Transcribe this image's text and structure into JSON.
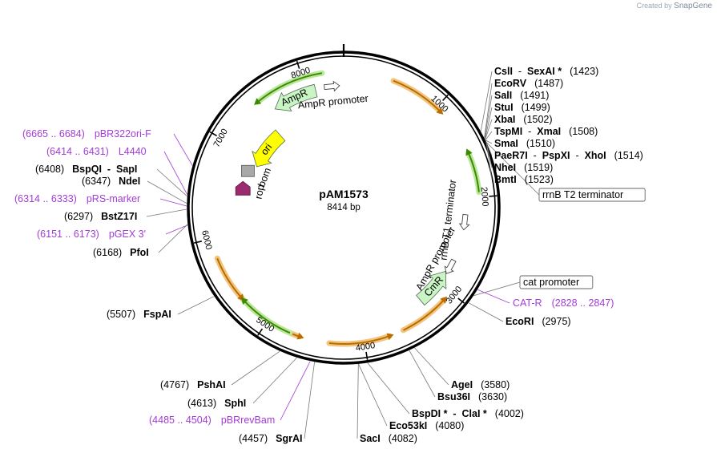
{
  "watermark": {
    "prefix": "Created by",
    "brand": "SnapGene"
  },
  "plasmid": {
    "name": "pAM1573",
    "size_label": "8414 bp",
    "total_bp": 8414
  },
  "ticks": [
    {
      "label": "1000",
      "bp": 1000
    },
    {
      "label": "2000",
      "bp": 2000
    },
    {
      "label": "3000",
      "bp": 3000
    },
    {
      "label": "4000",
      "bp": 4000
    },
    {
      "label": "5000",
      "bp": 5000
    },
    {
      "label": "6000",
      "bp": 6000
    },
    {
      "label": "7000",
      "bp": 7000
    },
    {
      "label": "8000",
      "bp": 8000
    }
  ],
  "features": [
    {
      "name": "AmpR",
      "label": "AmpR",
      "start": 7600,
      "end": 8100,
      "color": "#c9f5c5",
      "kind": "arrow",
      "dir": -1
    },
    {
      "name": "ori",
      "label": "ori",
      "start": 6900,
      "end": 7450,
      "color": "#ffff00",
      "kind": "arrow",
      "dir": -1
    },
    {
      "name": "CmR",
      "label": "CmR",
      "start": 2850,
      "end": 3280,
      "color": "#c9f5c5",
      "kind": "arrow",
      "dir": -1
    },
    {
      "name": "bom",
      "label": "bom",
      "bp": 6800,
      "color": "#a8a8a8",
      "kind": "box"
    },
    {
      "name": "rop",
      "label": "rop",
      "bp": 6560,
      "color": "#9b2a6e",
      "kind": "arrowhead"
    },
    {
      "name": "AmpR promoter (top)",
      "label": "AmpR promoter",
      "bp": 8280,
      "kind": "promoter"
    },
    {
      "name": "AmpR promoter (right)",
      "label": "AmpR promoter",
      "bp": 2780,
      "kind": "promoter"
    },
    {
      "name": "rrnB T1 terminator",
      "label": "rrnB T1 terminator",
      "bp": 2260,
      "kind": "terminator"
    }
  ],
  "orfs": [
    {
      "start": 500,
      "end": 1050,
      "outline": "#f3c47d",
      "line": "#b86d00",
      "dir": 1
    },
    {
      "start": 1550,
      "end": 1950,
      "outline": "#b9e89b",
      "line": "#3d8a00",
      "dir": -1
    },
    {
      "start": 3100,
      "end": 3600,
      "outline": "#f3c47d",
      "line": "#b86d00",
      "dir": -1
    },
    {
      "start": 3750,
      "end": 4350,
      "outline": "#f3c47d",
      "line": "#b86d00",
      "dir": -1
    },
    {
      "start": 4650,
      "end": 5500,
      "outline": "#f3c47d",
      "line": "#b86d00",
      "dir": -1
    },
    {
      "start": 5350,
      "end": 5800,
      "outline": "#f3c47d",
      "line": "#b86d00",
      "dir": -1
    },
    {
      "start": 4750,
      "end": 5300,
      "outline": "#b9e89b",
      "line": "#3d8a00",
      "dir": 1
    },
    {
      "start": 7500,
      "end": 8200,
      "outline": "#b9e89b",
      "line": "#3d8a00",
      "dir": -1
    }
  ],
  "sites_right": [
    {
      "parts": [
        {
          "t": "CslI",
          "b": true
        },
        {
          "t": "  -  ",
          "b": false
        },
        {
          "t": "SexAI *",
          "b": true
        }
      ],
      "pos": "(1423)",
      "bp": 1423
    },
    {
      "parts": [
        {
          "t": "EcoRV",
          "b": true
        }
      ],
      "pos": "(1487)",
      "bp": 1487
    },
    {
      "parts": [
        {
          "t": "SalI",
          "b": true
        }
      ],
      "pos": "(1491)",
      "bp": 1491
    },
    {
      "parts": [
        {
          "t": "StuI",
          "b": true
        }
      ],
      "pos": "(1499)",
      "bp": 1499
    },
    {
      "parts": [
        {
          "t": "XbaI",
          "b": true
        }
      ],
      "pos": "(1502)",
      "bp": 1502
    },
    {
      "parts": [
        {
          "t": "TspMI",
          "b": true
        },
        {
          "t": "  -  ",
          "b": false
        },
        {
          "t": "XmaI",
          "b": true
        }
      ],
      "pos": "(1508)",
      "bp": 1508
    },
    {
      "parts": [
        {
          "t": "SmaI",
          "b": true
        }
      ],
      "pos": "(1510)",
      "bp": 1510
    },
    {
      "parts": [
        {
          "t": "PaeR7I",
          "b": true
        },
        {
          "t": "  -  ",
          "b": false
        },
        {
          "t": "PspXI",
          "b": true
        },
        {
          "t": "  -  ",
          "b": false
        },
        {
          "t": "XhoI",
          "b": true
        }
      ],
      "pos": "(1514)",
      "bp": 1514
    },
    {
      "parts": [
        {
          "t": "NheI",
          "b": true
        }
      ],
      "pos": "(1519)",
      "bp": 1519
    },
    {
      "parts": [
        {
          "t": "BmtI",
          "b": true
        }
      ],
      "pos": "(1523)",
      "bp": 1523
    }
  ],
  "boxed_labels": [
    {
      "text": "rrnB T2 terminator",
      "bp": 1530
    },
    {
      "text": "cat promoter",
      "bp": 2900
    }
  ],
  "primers": [
    {
      "label": "CAT-R",
      "pos": "(2828 .. 2847)",
      "bp": 2838
    },
    {
      "label": "pBRrevBam",
      "pos": "(4485 .. 4504)",
      "bp": 4494
    },
    {
      "label": "pGEX 3'",
      "pos": "(6151 .. 6173)",
      "bp": 6162
    },
    {
      "label": "pRS-marker",
      "pos": "(6314 .. 6333)",
      "bp": 6324
    },
    {
      "label": "L4440",
      "pos": "(6414 .. 6431)",
      "bp": 6422
    },
    {
      "label": "pBR322ori-F",
      "pos": "(6665 .. 6684)",
      "bp": 6674
    }
  ],
  "sites_other": [
    {
      "name": "EcoRI",
      "pos": "(2975)",
      "bp": 2975,
      "side": "right"
    },
    {
      "name": "AgeI",
      "pos": "(3580)",
      "bp": 3580,
      "side": "right"
    },
    {
      "name": "Bsu36I",
      "pos": "(3630)",
      "bp": 3630,
      "side": "right"
    },
    {
      "name": "BspDI *  -  ClaI *",
      "pos": "(4002)",
      "bp": 4002,
      "side": "right"
    },
    {
      "name": "Eco53kI",
      "pos": "(4080)",
      "bp": 4080,
      "side": "right"
    },
    {
      "name": "SacI",
      "pos": "(4082)",
      "bp": 4082,
      "side": "right"
    },
    {
      "name": "SgrAI",
      "pos": "(4457)",
      "bp": 4457,
      "side": "left"
    },
    {
      "name": "SphI",
      "pos": "(4613)",
      "bp": 4613,
      "side": "left"
    },
    {
      "name": "PshAI",
      "pos": "(4767)",
      "bp": 4767,
      "side": "left"
    },
    {
      "name": "FspAI",
      "pos": "(5507)",
      "bp": 5507,
      "side": "left"
    },
    {
      "name": "PfoI",
      "pos": "(6168)",
      "bp": 6168,
      "side": "left"
    },
    {
      "name": "BstZ17I",
      "pos": "(6297)",
      "bp": 6297,
      "side": "left"
    },
    {
      "name": "NdeI",
      "pos": "(6347)",
      "bp": 6347,
      "side": "left"
    },
    {
      "name": "BspQI  -  SapI",
      "pos": "(6408)",
      "bp": 6408,
      "side": "left"
    }
  ]
}
